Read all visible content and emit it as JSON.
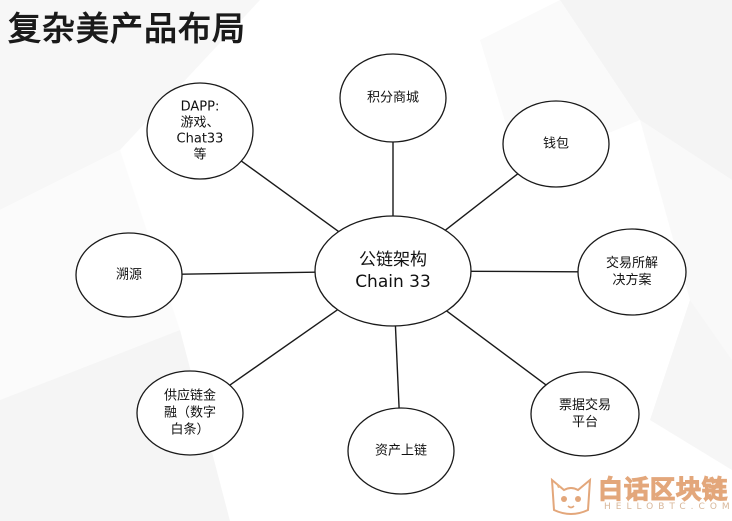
{
  "title": "复杂美产品布局",
  "center": {
    "lines": [
      "公链架构",
      "Chain 33"
    ]
  },
  "nodes": [
    {
      "id": "dapp",
      "lines": [
        "DAPP:",
        "游戏、",
        "Chat33",
        "等"
      ]
    },
    {
      "id": "points-mall",
      "lines": [
        "积分商城"
      ]
    },
    {
      "id": "wallet",
      "lines": [
        "钱包"
      ]
    },
    {
      "id": "exchange-solution",
      "lines": [
        "交易所解",
        "决方案"
      ]
    },
    {
      "id": "bill-trading",
      "lines": [
        "票据交易",
        "平台"
      ]
    },
    {
      "id": "asset-onchain",
      "lines": [
        "资产上链"
      ]
    },
    {
      "id": "supply-chain-finance",
      "lines": [
        "供应链金",
        "融（数字",
        "白条）"
      ]
    },
    {
      "id": "traceability",
      "lines": [
        "溯源"
      ]
    }
  ],
  "watermark": {
    "text": "白话区块链",
    "subtext": "HELLOBTC.COM"
  }
}
